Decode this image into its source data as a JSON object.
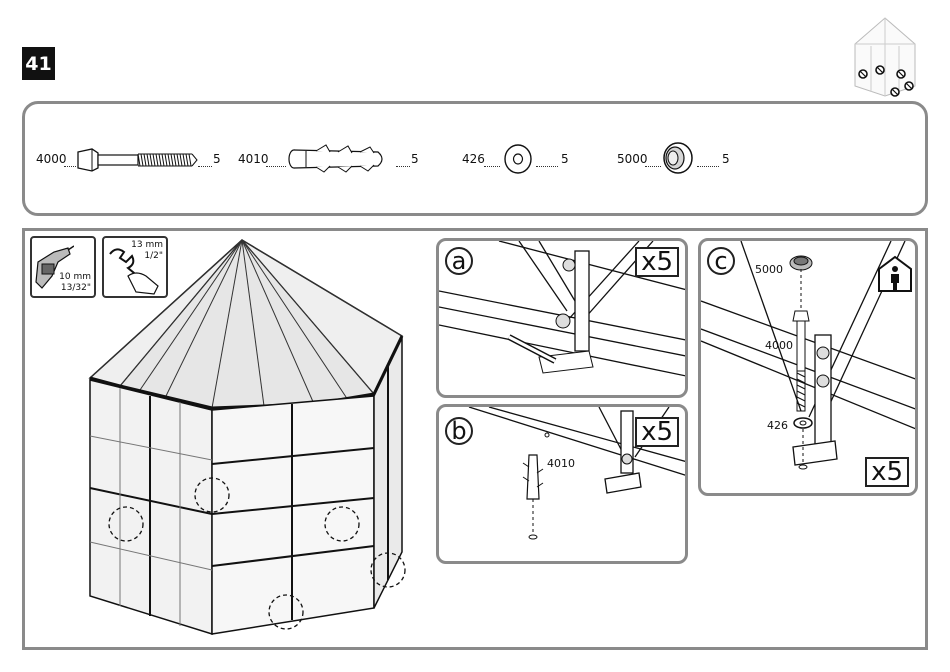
{
  "step": "41",
  "parts": [
    {
      "code": "4000",
      "qty": "5"
    },
    {
      "code": "4010",
      "qty": "5"
    },
    {
      "code": "426",
      "qty": "5"
    },
    {
      "code": "5000",
      "qty": "5"
    }
  ],
  "tools": {
    "drill": {
      "icon": "drill-icon",
      "size_mm": "10 mm",
      "size_in": "13/32\""
    },
    "wrench": {
      "icon": "wrench-icon",
      "size_mm": "13 mm",
      "size_in": "1/2\""
    }
  },
  "panels": {
    "a": {
      "letter": "a",
      "multiplier": "x5"
    },
    "b": {
      "letter": "b",
      "multiplier": "x5",
      "part_label": "4010"
    },
    "c": {
      "letter": "c",
      "multiplier": "x5",
      "labels": [
        "5000",
        "4000",
        "426"
      ],
      "icon": "person-indoor-icon"
    }
  }
}
